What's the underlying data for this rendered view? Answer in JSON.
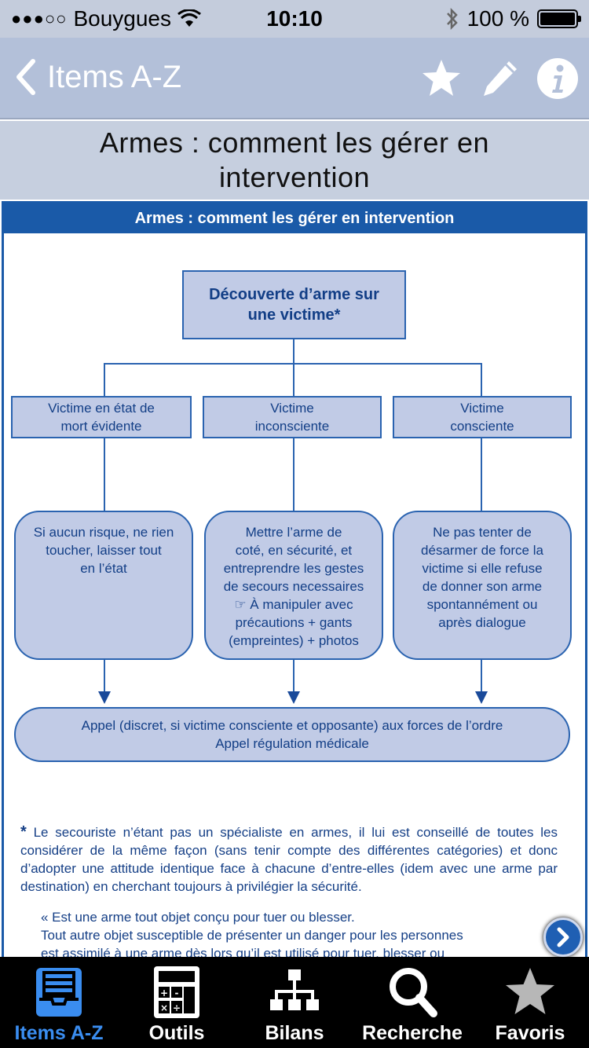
{
  "status_bar": {
    "carrier": "Bouygues",
    "time": "10:10",
    "battery": "100 %",
    "battery_level": 1.0
  },
  "nav": {
    "back_label": "Items A-Z",
    "icons": [
      "star-icon",
      "pencil-icon",
      "info-icon"
    ]
  },
  "page": {
    "title_line1": "Armes : comment les gérer en",
    "title_line2": "intervention"
  },
  "figure": {
    "header": "Armes : comment les gérer en intervention",
    "top_box_line1": "Découverte d’arme sur",
    "top_box_line2": "une victime*",
    "categories": [
      {
        "line1": "Victime en état de",
        "line2": "mort évidente"
      },
      {
        "line1": "Victime",
        "line2": "inconsciente"
      },
      {
        "line1": "Victime",
        "line2": "consciente"
      }
    ],
    "actions": [
      {
        "lines": [
          "Si aucun risque, ne rien",
          "toucher, laisser tout",
          "en l’état"
        ]
      },
      {
        "lines": [
          "Mettre l’arme de",
          "coté, en sécurité, et",
          "entreprendre les gestes",
          "de secours necessaires",
          "☞   À manipuler   avec",
          "précautions + gants",
          "(empreintes) + photos"
        ]
      },
      {
        "lines": [
          "Ne pas tenter de",
          "désarmer de force la",
          "victime si elle refuse",
          "de donner son arme",
          "spontannément ou",
          "après dialogue"
        ]
      }
    ],
    "bottom_line1": "Appel (discret, si victime consciente et opposante) aux forces de l’ordre",
    "bottom_line2": "Appel régulation médicale",
    "footnote_star": "*",
    "footnote": "Le secouriste n’étant pas un spécialiste en armes, il lui est conseillé de toutes les considérer de la même façon (sans tenir compte des différentes catégories) et donc d’adopter une attitude identique face à chacune d’entre-elles (idem avec une arme par destination) en cherchant toujours à privilégier la sécurité.",
    "quote_line1": "« Est une arme tout objet conçu pour tuer ou blesser.",
    "quote_line2": "Tout autre objet susceptible de présenter un danger pour les personnes",
    "quote_line3": "est assimilé à une arme dès lors qu’il est utilisé pour tuer, blesser ou"
  },
  "tabs": [
    {
      "label": "Items A-Z",
      "icon": "inbox-tray-icon",
      "active": true
    },
    {
      "label": "Outils",
      "icon": "calculator-icon",
      "active": false
    },
    {
      "label": "Bilans",
      "icon": "org-chart-icon",
      "active": false
    },
    {
      "label": "Recherche",
      "icon": "magnifier-icon",
      "active": false
    },
    {
      "label": "Favoris",
      "icon": "star-icon",
      "active": false
    }
  ]
}
